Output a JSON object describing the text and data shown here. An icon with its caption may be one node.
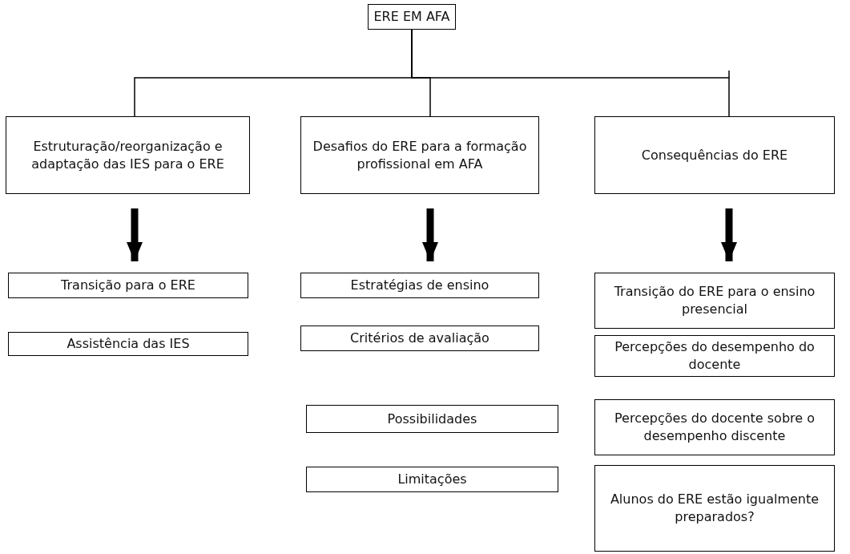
{
  "diagram": {
    "nodes": [
      {
        "text": [
          "ERE EM AFA"
        ]
      },
      {
        "text": [
          "Estruturação/reorganização e adaptação das IES para o ERE"
        ]
      },
      {
        "text": [
          "Desafios do ERE para a formação profissional em AFA"
        ]
      },
      {
        "text": [
          "Consequências do ERE"
        ]
      },
      {
        "text": [
          "Transição para o ERE"
        ]
      },
      {
        "text": [
          "Assistência das IES"
        ]
      },
      {
        "text": [
          "Estratégias de ensino"
        ]
      },
      {
        "text": [
          "Critérios de avaliação"
        ]
      },
      {
        "text": [
          "Possibilidades"
        ]
      },
      {
        "text": [
          "Limitações"
        ]
      },
      {
        "text": [
          "Transição do ERE para o ensino presencial"
        ]
      },
      {
        "text": [
          "Percepções do desempenho do docente"
        ]
      },
      {
        "text": [
          "Percepções do docente sobre o desempenho discente"
        ]
      },
      {
        "text": [
          "Alunos do ERE estão igualmente preparados?"
        ]
      }
    ],
    "edges": [
      {
        "from": 0,
        "to": 1,
        "arrow": "none"
      },
      {
        "from": 0,
        "to": 2,
        "arrow": "none"
      },
      {
        "from": 0,
        "to": 3,
        "arrow": "none"
      },
      {
        "from": 1,
        "to": 4,
        "arrow": "to",
        "style": "thick"
      },
      {
        "from": 2,
        "to": 6,
        "arrow": "to",
        "style": "thick"
      },
      {
        "from": 3,
        "to": 10,
        "arrow": "to",
        "style": "thick"
      }
    ]
  }
}
